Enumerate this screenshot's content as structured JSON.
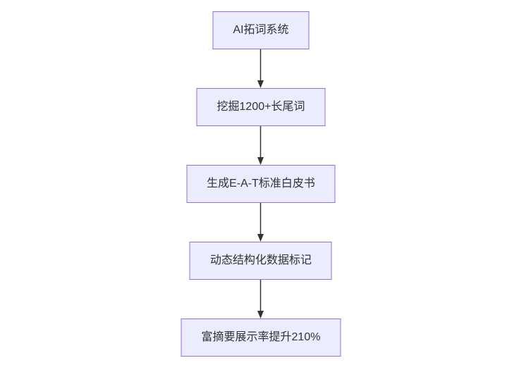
{
  "flowchart": {
    "type": "flowchart",
    "direction": "top-to-bottom",
    "nodes": [
      {
        "label": "AI拓词系统"
      },
      {
        "label": "挖掘1200+长尾词"
      },
      {
        "label": "生成E-A-T标准白皮书"
      },
      {
        "label": "动态结构化数据标记"
      },
      {
        "label": "富摘要展示率提升210%"
      }
    ],
    "edges": [
      {
        "from": 0,
        "to": 1
      },
      {
        "from": 1,
        "to": 2
      },
      {
        "from": 2,
        "to": 3
      },
      {
        "from": 3,
        "to": 4
      }
    ],
    "colors": {
      "background": "#ffffff",
      "node_fill": "#ececff",
      "node_border": "#9370db",
      "node_text": "#333333",
      "arrow": "#333333"
    }
  }
}
